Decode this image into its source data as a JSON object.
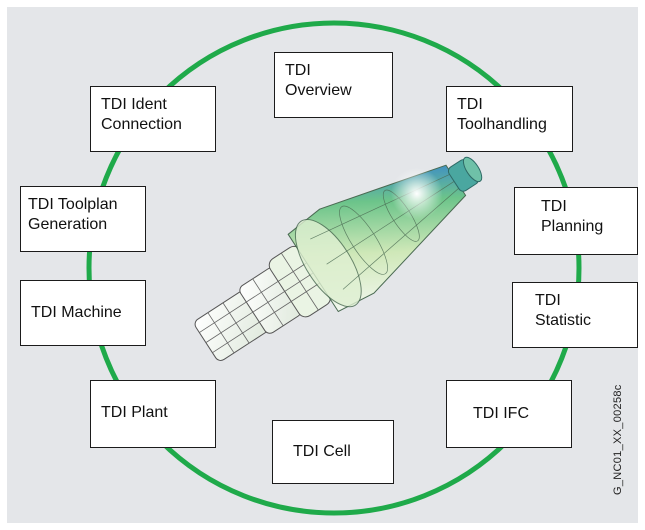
{
  "diagram": {
    "colors": {
      "background": "#e4e6e9",
      "ring": "#1faa4a",
      "box_border": "#1b1b1b",
      "box_fill": "#ffffff"
    },
    "center_image": "tool-holder-wireframe",
    "modules": [
      {
        "line1": "TDI",
        "line2": "Overview"
      },
      {
        "line1": "TDI",
        "line2": "Toolhandling"
      },
      {
        "line1": "TDI",
        "line2": "Planning"
      },
      {
        "line1": "TDI",
        "line2": "Statistic"
      },
      {
        "line1": "TDI IFC",
        "line2": ""
      },
      {
        "line1": "TDI Cell",
        "line2": ""
      },
      {
        "line1": "TDI Plant",
        "line2": ""
      },
      {
        "line1": "TDI Machine",
        "line2": ""
      },
      {
        "line1": "TDI Toolplan",
        "line2": "Generation"
      },
      {
        "line1": "TDI Ident",
        "line2": "Connection"
      }
    ],
    "figure_id": "G_NC01_XX_00258c"
  }
}
